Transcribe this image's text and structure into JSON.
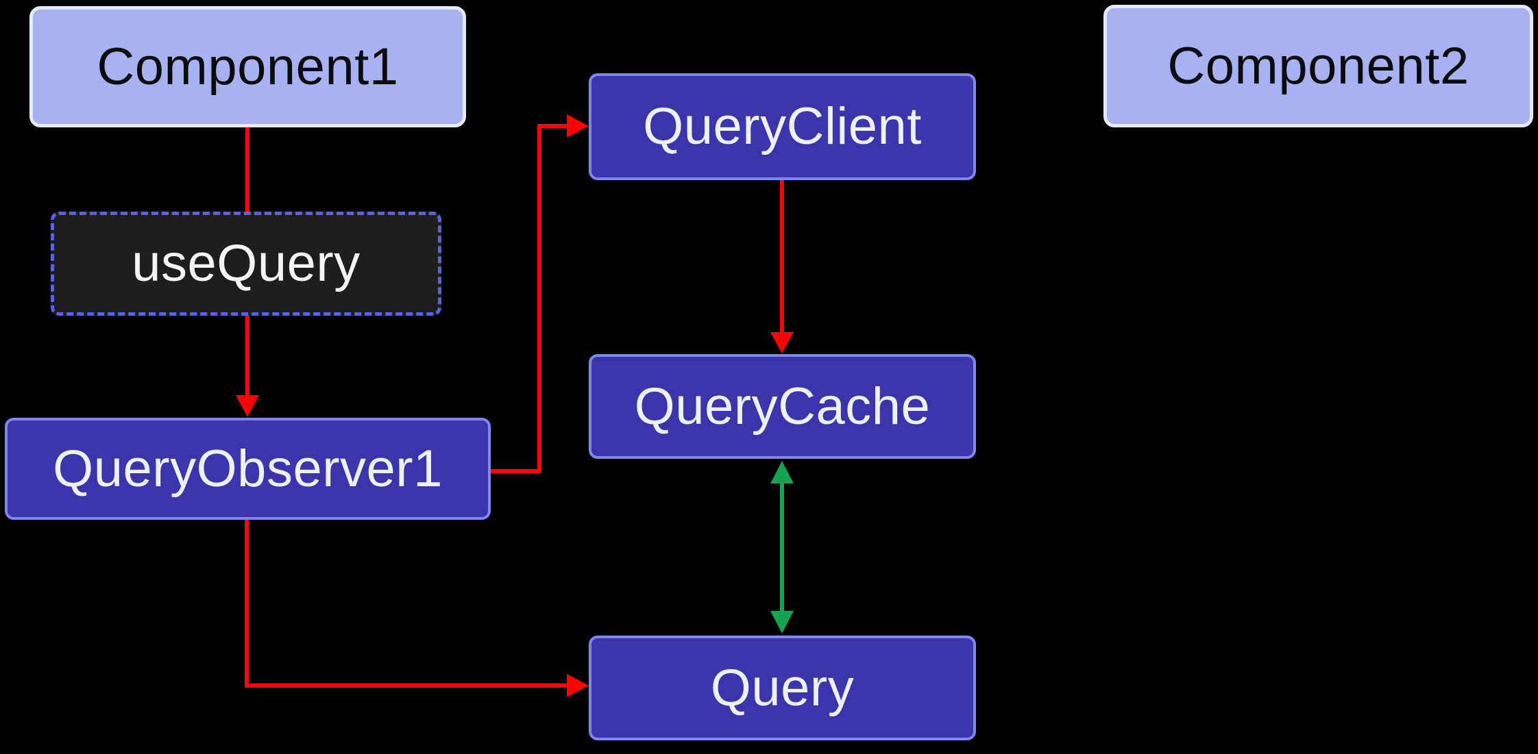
{
  "diagram": {
    "canvas_background": "#000000",
    "colors": {
      "red": "#f90505",
      "green": "#14a452",
      "core_fill": "#3b34aa",
      "core_border": "#7c87f0",
      "core_text": "#eef0f6",
      "component_fill": "#a8b1f2",
      "component_border": "#e4e9fc",
      "component_text": "#0b0b0d",
      "hook_fill": "#1e1e21",
      "hook_border": "#5a63e4",
      "hook_text": "#f4f4f6"
    },
    "nodes": [
      {
        "id": "component1",
        "label": "Component1",
        "kind": "component"
      },
      {
        "id": "useQuery",
        "label": "useQuery",
        "kind": "hook"
      },
      {
        "id": "queryObserver1",
        "label": "QueryObserver1",
        "kind": "core"
      },
      {
        "id": "queryClient",
        "label": "QueryClient",
        "kind": "core"
      },
      {
        "id": "queryCache",
        "label": "QueryCache",
        "kind": "core"
      },
      {
        "id": "query",
        "label": "Query",
        "kind": "core"
      },
      {
        "id": "component2",
        "label": "Component2",
        "kind": "component"
      }
    ],
    "edges": [
      {
        "id": "component1-to-queryObserver1",
        "from": "Component1",
        "to": "QueryObserver1",
        "passes_behind": "useQuery",
        "color": "red",
        "arrowheads": "end"
      },
      {
        "id": "queryObserver1-to-queryClient",
        "from": "QueryObserver1",
        "to": "QueryClient",
        "color": "red",
        "arrowheads": "end"
      },
      {
        "id": "queryClient-to-queryCache",
        "from": "QueryClient",
        "to": "QueryCache",
        "color": "red",
        "arrowheads": "end"
      },
      {
        "id": "queryCache-query-bidirectional",
        "from": "QueryCache",
        "to": "Query",
        "color": "green",
        "arrowheads": "both"
      },
      {
        "id": "queryObserver1-to-query",
        "from": "QueryObserver1",
        "to": "Query",
        "color": "red",
        "arrowheads": "end"
      }
    ]
  }
}
